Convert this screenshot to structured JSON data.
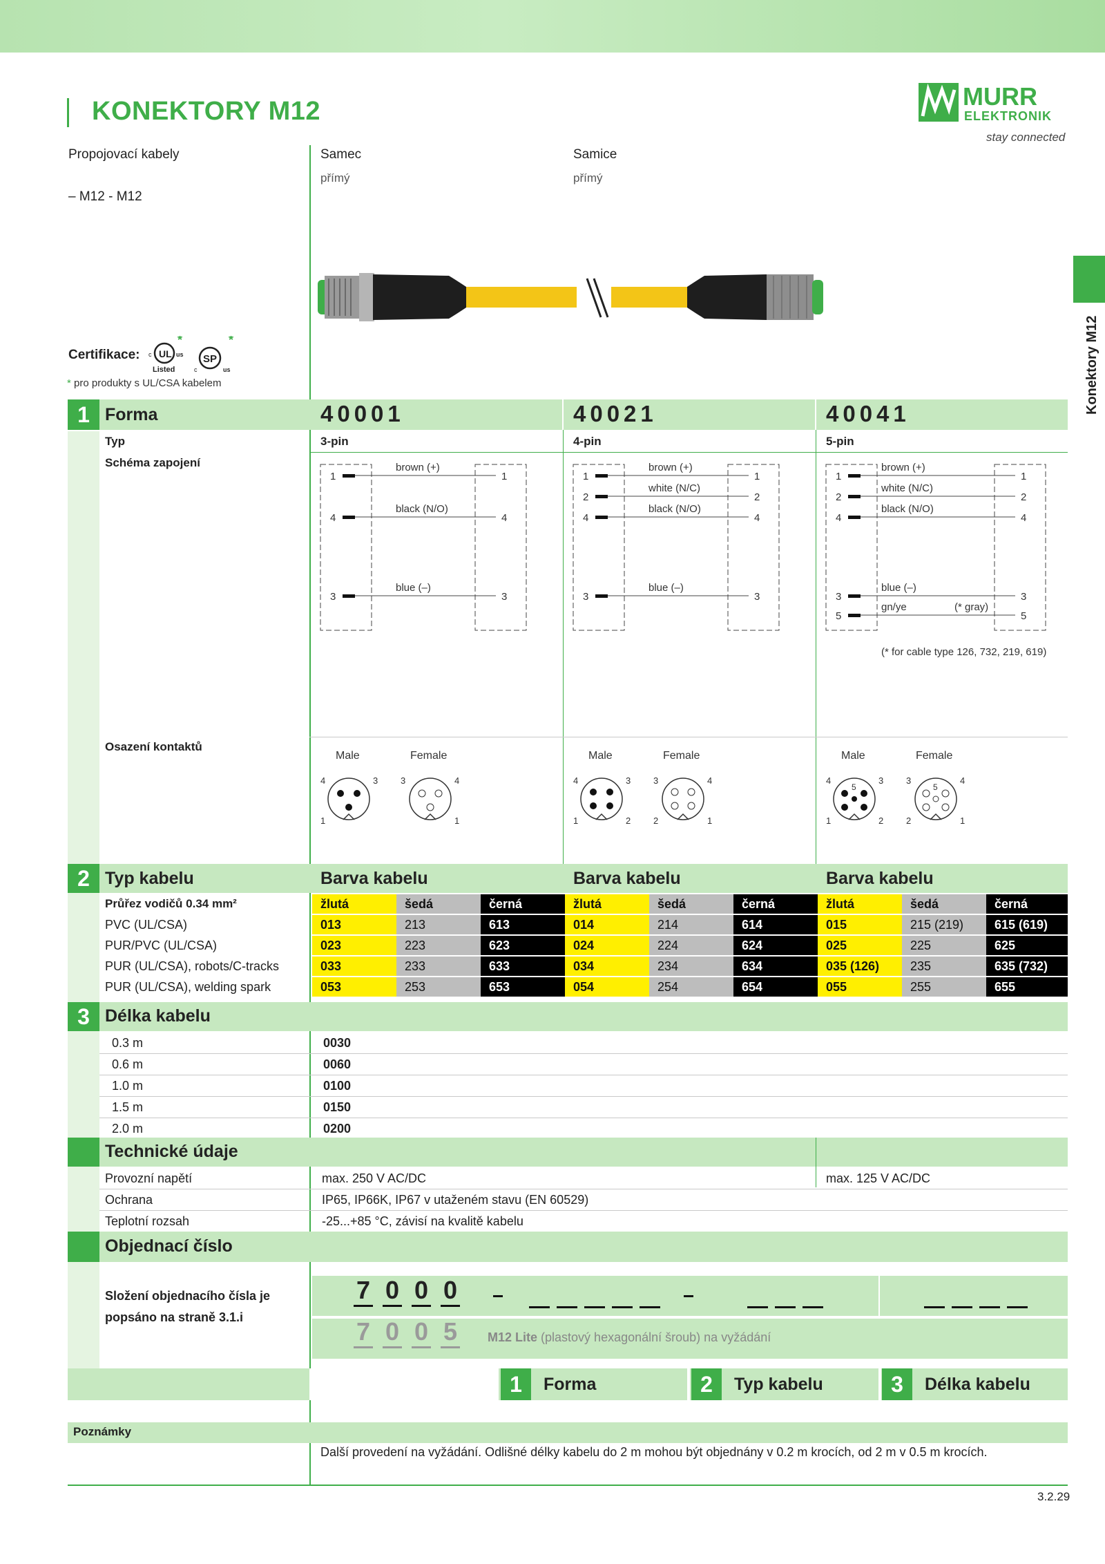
{
  "header": {
    "title": "KONEKTORY M12",
    "logo_top": "MURR",
    "logo_bottom": "ELEKTRONIK",
    "slogan": "stay connected",
    "side_tab": "Konektory M12"
  },
  "intro": {
    "left_title": "Propojovací kabely",
    "left_sub": "– M12 - M12",
    "male_title": "Samec",
    "male_sub": "přímý",
    "female_title": "Samice",
    "female_sub": "přímý",
    "cert_label": "Certifikace:",
    "cert_note": "pro produkty s UL/CSA kabelem",
    "ul_listed": "Listed"
  },
  "sections": {
    "forma": {
      "num": "1",
      "label": "Forma",
      "typ_label": "Typ",
      "schema_label": "Schéma zapojení",
      "osazeni_label": "Osazení kontaktů"
    },
    "typ_kabelu": {
      "num": "2",
      "label": "Typ kabelu",
      "barva": "Barva kabelu",
      "prurez": "Průřez vodičů 0.34 mm²",
      "colors": [
        "žlutá",
        "šedá",
        "černá"
      ]
    },
    "delka": {
      "num": "3",
      "label": "Délka kabelu"
    },
    "tech": {
      "label": "Technické údaje"
    },
    "objed": {
      "label": "Objednací číslo"
    }
  },
  "variants": [
    {
      "code": "40001",
      "pins": "3-pin"
    },
    {
      "code": "40021",
      "pins": "4-pin"
    },
    {
      "code": "40041",
      "pins": "5-pin"
    }
  ],
  "wiring": {
    "v1": [
      {
        "n": "1",
        "w": "brown (+)"
      },
      {
        "n": "4",
        "w": "black  (N/O)"
      },
      {
        "n": "3",
        "w": "blue  (–)"
      }
    ],
    "v2": [
      {
        "n": "1",
        "w": "brown (+)"
      },
      {
        "n": "2",
        "w": "white  (N/C)"
      },
      {
        "n": "4",
        "w": "black  (N/O)"
      },
      {
        "n": "3",
        "w": "blue  (–)"
      }
    ],
    "v3": [
      {
        "n": "1",
        "w": "brown (+)"
      },
      {
        "n": "2",
        "w": "white  (N/C)"
      },
      {
        "n": "4",
        "w": "black  (N/O)"
      },
      {
        "n": "3",
        "w": "blue  (–)"
      },
      {
        "n": "5",
        "w": "gn/ye"
      }
    ],
    "gray_note": "(* gray)",
    "footnote": "(* for cable type 126, 732, 219, 619)",
    "male": "Male",
    "female": "Female"
  },
  "cable_rows": [
    {
      "label": "PVC (UL/CSA)",
      "vals": [
        "013",
        "213",
        "613",
        "014",
        "214",
        "614",
        "015",
        "215 (219)",
        "615 (619)"
      ]
    },
    {
      "label": "PUR/PVC (UL/CSA)",
      "vals": [
        "023",
        "223",
        "623",
        "024",
        "224",
        "624",
        "025",
        "225",
        "625"
      ]
    },
    {
      "label": "PUR (UL/CSA), robots/C-tracks",
      "vals": [
        "033",
        "233",
        "633",
        "034",
        "234",
        "634",
        "035 (126)",
        "235",
        "635 (732)"
      ]
    },
    {
      "label": "PUR (UL/CSA), welding spark",
      "vals": [
        "053",
        "253",
        "653",
        "054",
        "254",
        "654",
        "055",
        "255",
        "655"
      ]
    }
  ],
  "lengths": [
    {
      "label": "0.3 m",
      "code": "0030"
    },
    {
      "label": "0.6 m",
      "code": "0060"
    },
    {
      "label": "1.0 m",
      "code": "0100"
    },
    {
      "label": "1.5 m",
      "code": "0150"
    },
    {
      "label": "2.0 m",
      "code": "0200"
    }
  ],
  "tech_rows": [
    {
      "label": "Provozní napětí",
      "v1": "max. 250 V AC/DC",
      "v3": "max. 125 V AC/DC"
    },
    {
      "label": "Ochrana",
      "v1": "IP65, IP66K, IP67 v utaženém stavu (EN 60529)",
      "v3": ""
    },
    {
      "label": "Teplotní rozsah",
      "v1": "-25...+85 °C, závisí na kvalitě kabelu",
      "v3": ""
    }
  ],
  "order": {
    "desc": "Složení objednacího čísla je popsáno na straně 3.1.i",
    "digits1": [
      "7",
      "0",
      "0",
      "0"
    ],
    "digits2": [
      "7",
      "0",
      "0",
      "5"
    ],
    "lite_bold": "M12 Lite",
    "lite_rest": " (plastový hexagonální šroub) na vyžádání",
    "legend": [
      {
        "n": "1",
        "t": "Forma"
      },
      {
        "n": "2",
        "t": "Typ kabelu"
      },
      {
        "n": "3",
        "t": "Délka kabelu"
      }
    ]
  },
  "notes": {
    "label": "Poznámky",
    "text": "Další provedení na vyžádání. Odlišné délky kabelu do 2 m mohou být objednány v 0.2 m krocích, od 2 m v 0.5 m krocích."
  },
  "page_number": "3.2.29",
  "colors": {
    "green": "#3fae49",
    "band": "#c6e8c0",
    "yellow": "#ffef00",
    "gray": "#bdbdbd",
    "black": "#000000"
  }
}
